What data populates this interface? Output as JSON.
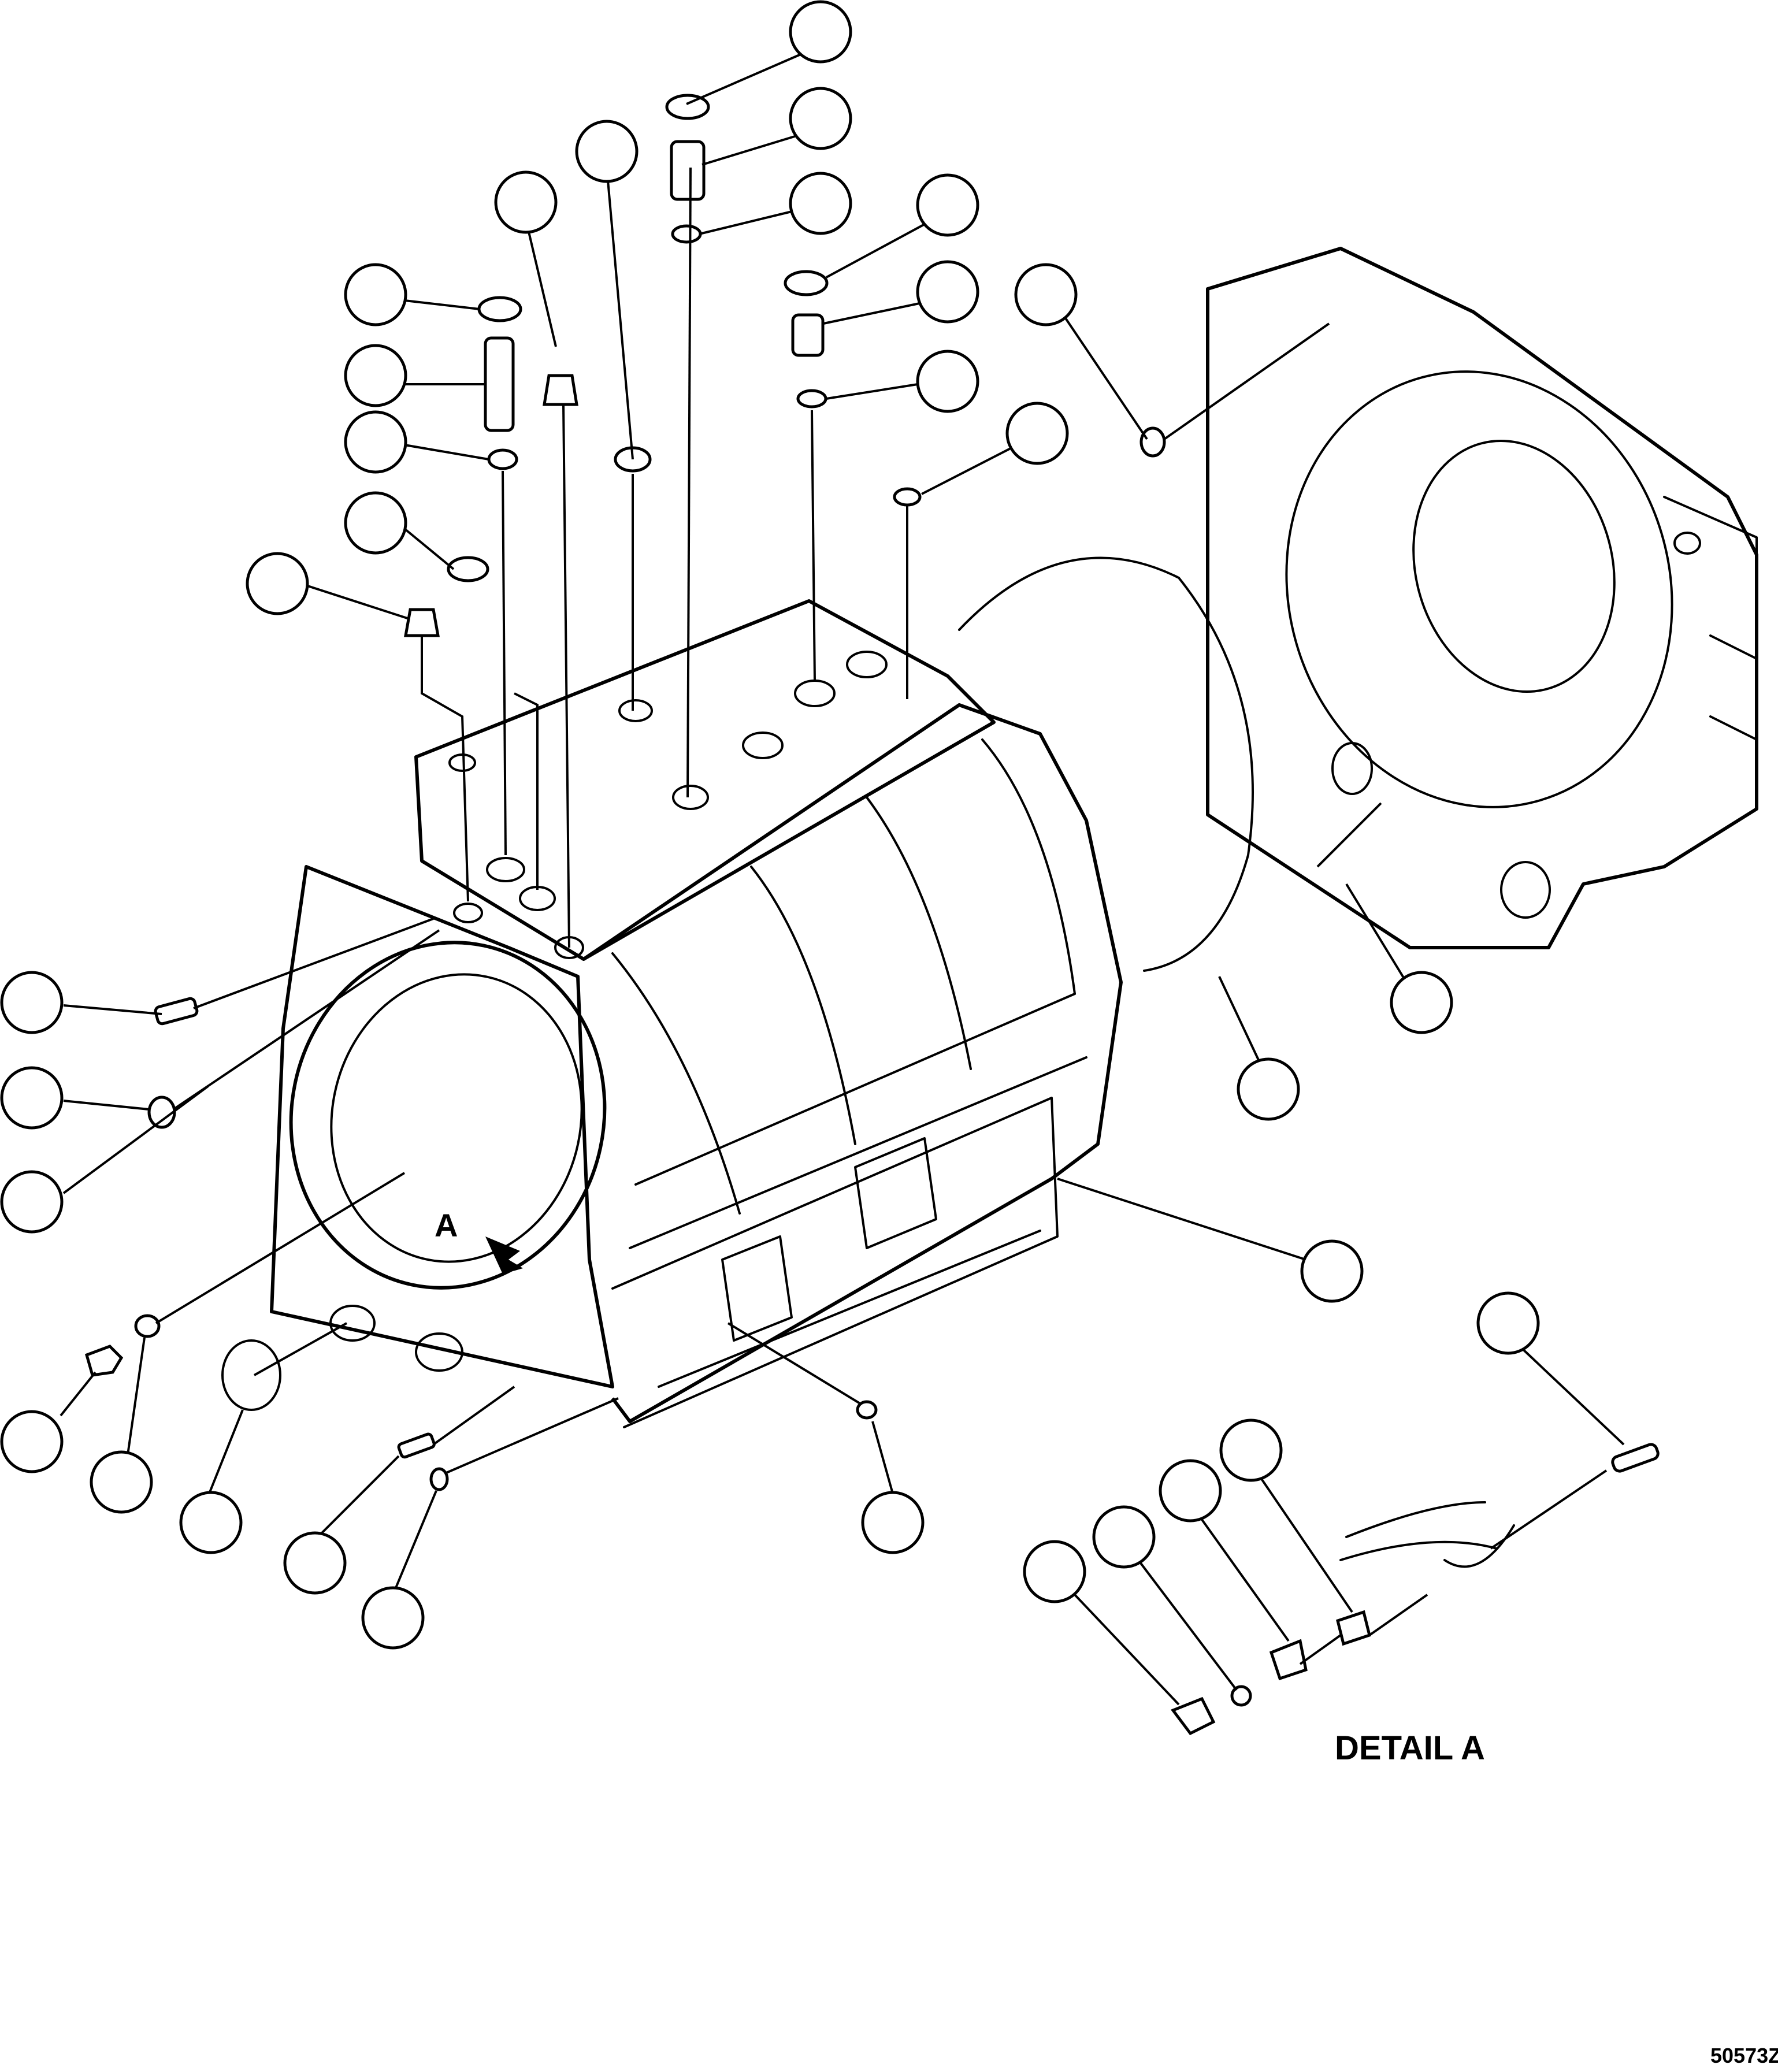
{
  "labels": {
    "detail_title": "DETAIL A",
    "view_marker": "A",
    "figure_ref": "50573Z"
  },
  "callouts_note": "Reference bubbles are drawn empty in the original illustration"
}
